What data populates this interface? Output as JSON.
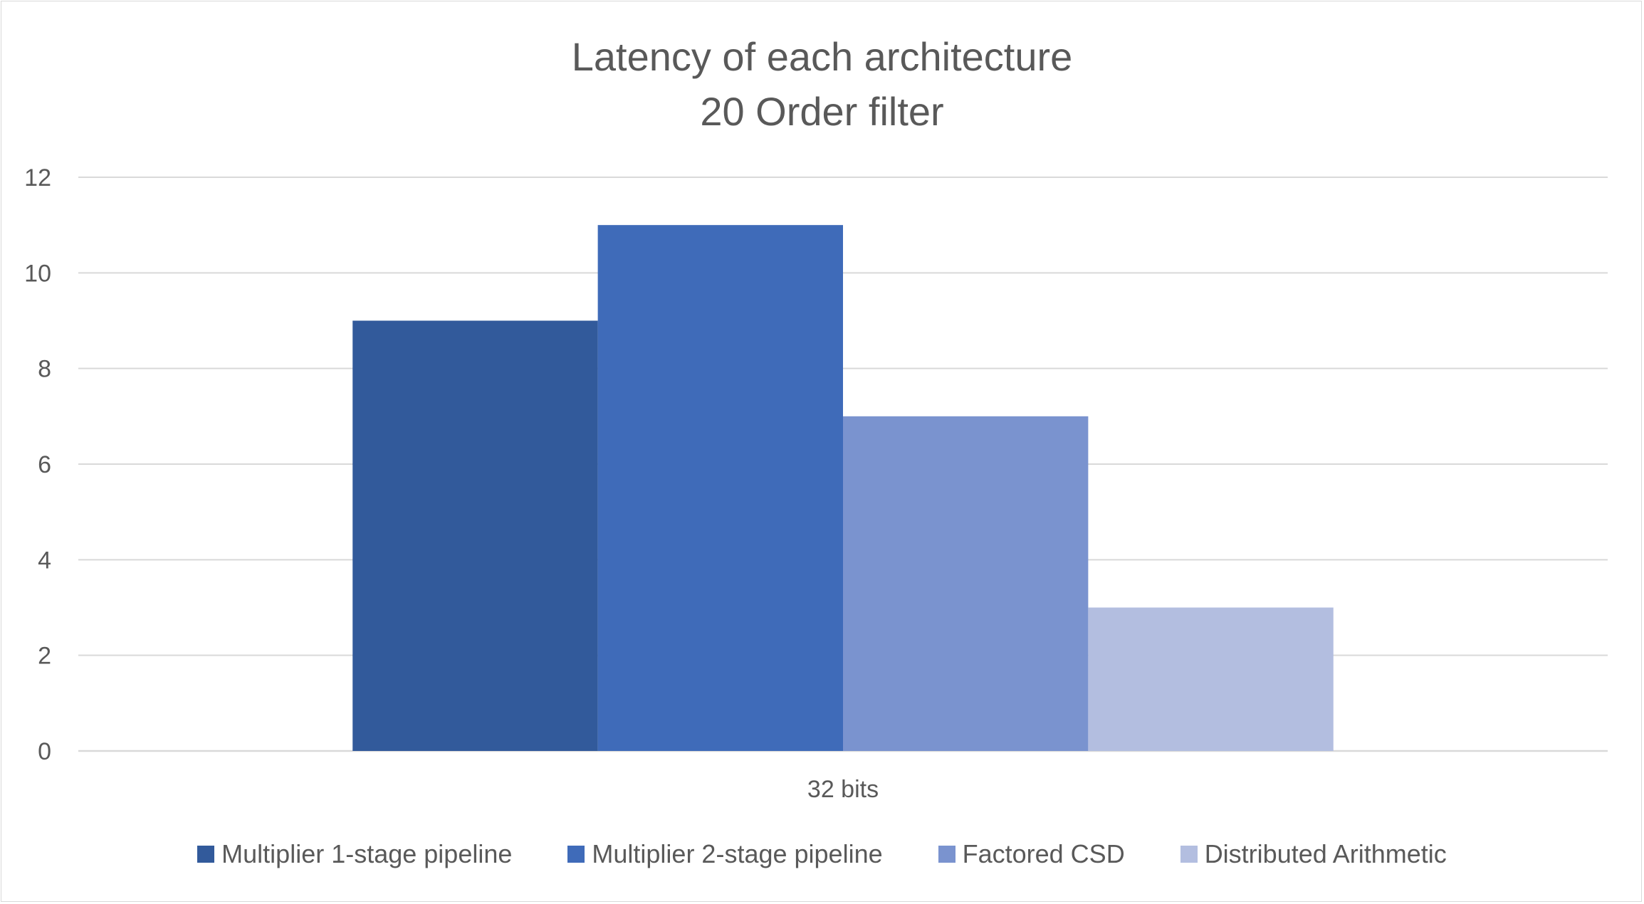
{
  "chart_data": {
    "type": "bar",
    "title_lines": [
      "Latency of each architecture",
      "20 Order filter"
    ],
    "categories": [
      "32 bits"
    ],
    "series": [
      {
        "name": "Multiplier 1-stage pipeline",
        "values": [
          9
        ],
        "color": "#325a9b"
      },
      {
        "name": "Multiplier 2-stage pipeline",
        "values": [
          11
        ],
        "color": "#3f6bb9"
      },
      {
        "name": "Factored CSD",
        "values": [
          7
        ],
        "color": "#7a93cf"
      },
      {
        "name": "Distributed Arithmetic",
        "values": [
          3
        ],
        "color": "#b3bee0"
      }
    ],
    "xlabel": "",
    "ylabel": "",
    "ylim": [
      0,
      12
    ],
    "yticks": [
      0,
      2,
      4,
      6,
      8,
      10,
      12
    ],
    "grid": true,
    "legend_position": "bottom"
  }
}
